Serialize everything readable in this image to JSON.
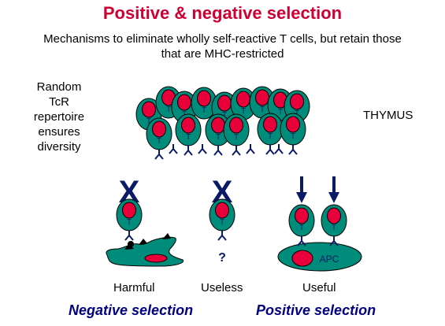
{
  "title": "Positive & negative selection",
  "subtitle": [
    "Mechanisms to eliminate wholly self-reactive T cells, but retain those",
    "that are MHC-restricted"
  ],
  "left_note": [
    "Random",
    "TcR",
    "repertoire",
    "ensures",
    "diversity"
  ],
  "organ_label": "THYMUS",
  "cell_label": "T",
  "apc_label": "APC",
  "reject_mark": "X",
  "unknown_mark": "?",
  "outcomes": {
    "harmful": "Harmful",
    "useless": "Useless",
    "useful": "Useful"
  },
  "selection_labels": {
    "negative": "Negative selection",
    "positive": "Positive selection"
  },
  "colors": {
    "title": "#cc0033",
    "cell_body": "#008c7a",
    "nucleus": "#e8003a",
    "navy": "#0a1a66",
    "selection_label": "#000080"
  }
}
